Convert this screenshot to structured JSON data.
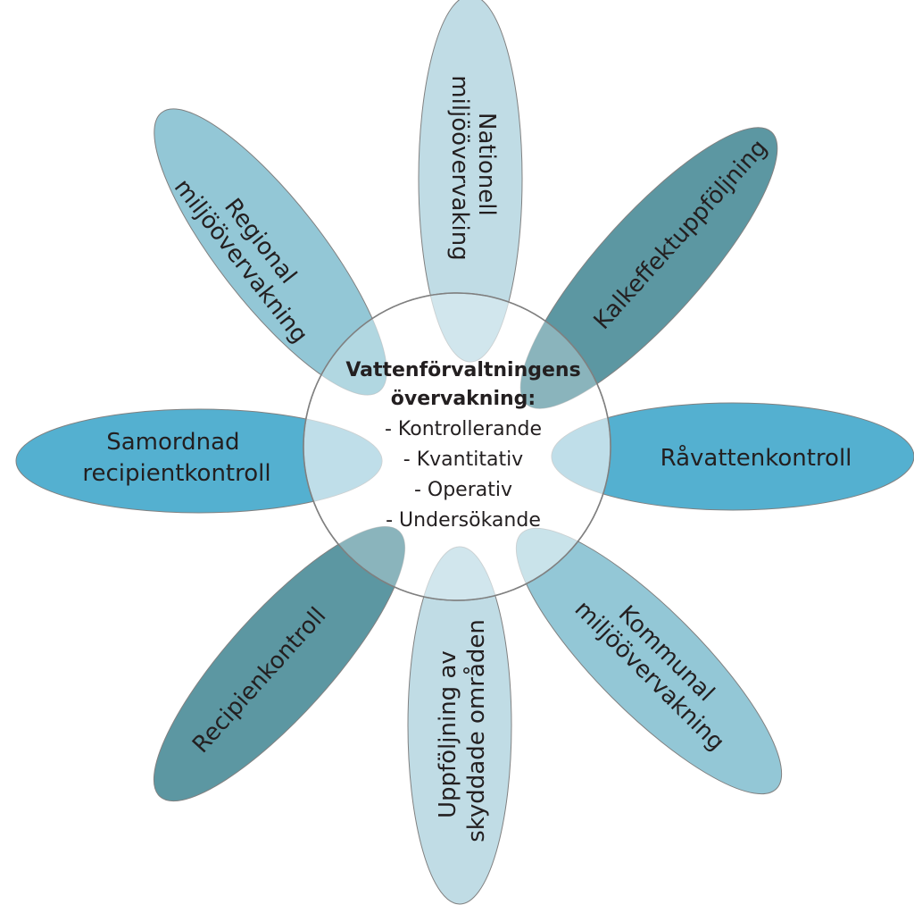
{
  "colors": {
    "very_light": "#c0dce5",
    "light": "#93c7d6",
    "mid": "#54b0d0",
    "dark": "#5c97a2",
    "center_fill": "#ffffff",
    "outline": "#808080"
  },
  "center": {
    "title_line1": "Vattenförvaltningens",
    "title_line2": "övervakning:",
    "items": [
      "- Kontrollerande",
      "- Kvantitativ",
      "- Operativ",
      "- Undersökande"
    ]
  },
  "petals": {
    "top": {
      "line1": "Nationell",
      "line2": "miljöövervaking",
      "color": "very_light"
    },
    "top_right": {
      "line1": "Kalkeffektuppföljning",
      "color": "dark"
    },
    "right": {
      "line1": "Råvattenkontroll",
      "color": "mid"
    },
    "bottom_right": {
      "line1": "Kommunal",
      "line2": "miljöövervakning",
      "color": "light"
    },
    "bottom": {
      "line1": "Uppföljning av",
      "line2": "skyddade områden",
      "color": "very_light"
    },
    "bottom_left": {
      "line1": "Recipienkontroll",
      "color": "dark"
    },
    "left": {
      "line1": "Samordnad",
      "line2": "recipientkontroll",
      "color": "mid"
    },
    "top_left": {
      "line1": "Regional",
      "line2": "miljöövervakning",
      "color": "light"
    }
  }
}
